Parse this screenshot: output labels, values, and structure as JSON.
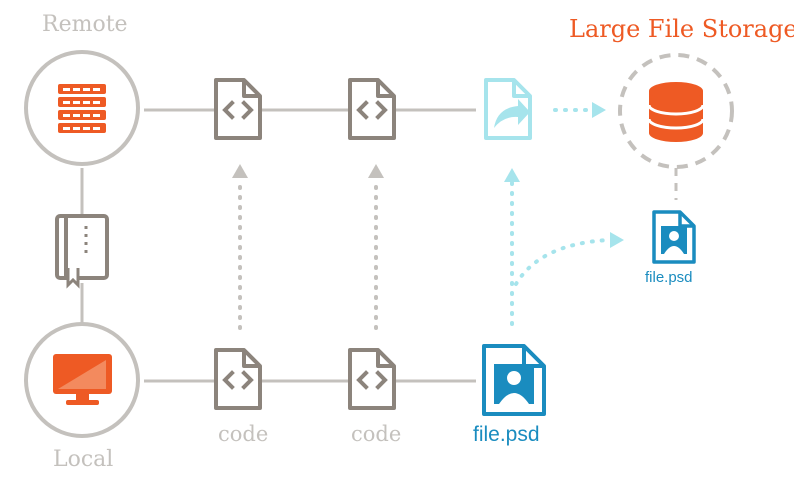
{
  "labels": {
    "remote": "Remote",
    "local": "Local",
    "lfs": "Large File Storage",
    "code_1": "code",
    "code_2": "code",
    "file_psd": "file.psd",
    "file_psd_small": "file.psd"
  },
  "icons": {
    "remote": "server-icon",
    "local": "monitor-icon",
    "repo": "book-icon",
    "code_file": "code-file-icon",
    "pointer_file": "share-arrow-file-icon",
    "image_file": "image-file-icon",
    "storage": "database-icon"
  },
  "colors": {
    "gray": "#c4c1bd",
    "dark_gray": "#8c847c",
    "orange": "#ee5a24",
    "blue": "#1a8cbf",
    "light_blue": "#a6e4ec"
  }
}
